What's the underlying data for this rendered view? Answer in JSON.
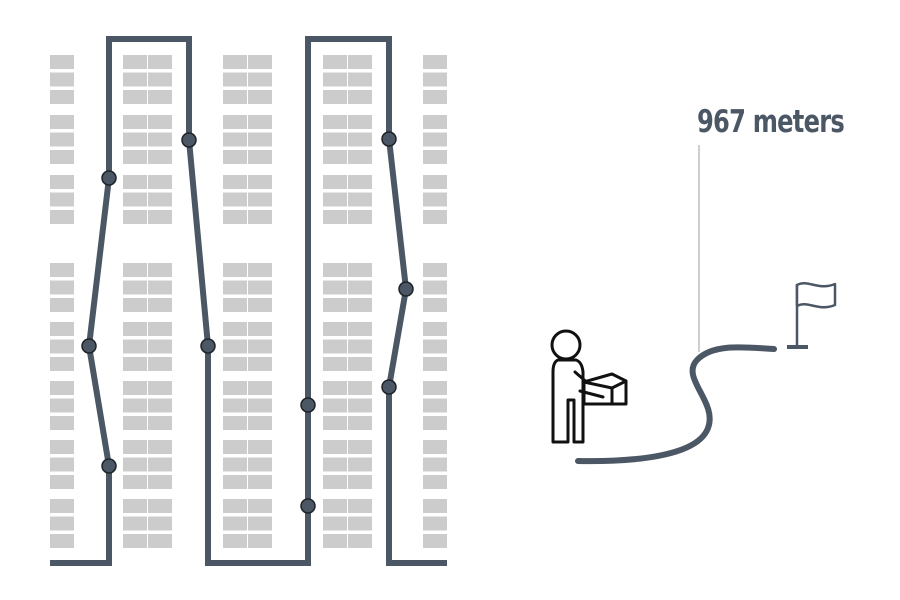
{
  "distance_label": "967 meters",
  "colors": {
    "shelf": "#cccccc",
    "path": "#4b5764",
    "outline": "#111111",
    "leader_line": "#cfcfcf",
    "text": "#4b5764"
  },
  "icons": [
    "warehouse-shelving",
    "pick-route-path",
    "stop-marker",
    "worker-carrying-box-icon",
    "walking-path",
    "flag-icon"
  ]
}
